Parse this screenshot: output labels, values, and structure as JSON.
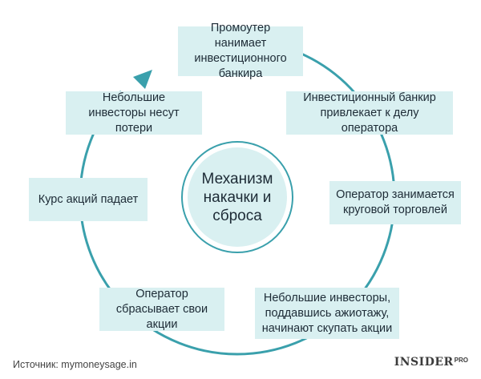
{
  "diagram": {
    "center_label": "Механизм накачки и сброса",
    "steps": [
      "Промоутер нанимает инвестиционного банкира",
      "Инвестиционный банкир привлекает к делу оператора",
      "Оператор занимается круговой торговлей",
      "Небольшие инвесторы, поддавшись ажиотажу, начинают скупать акции",
      "Оператор сбрасывает свои акции",
      "Курс акций падает",
      "Небольшие инвесторы несут потери"
    ]
  },
  "footer": {
    "source": "Источник: mymoneysage.in",
    "brand_main": "INSIDER",
    "brand_sub": "PRO"
  },
  "colors": {
    "ring": "#3aa0ac",
    "box_fill": "#d9f0f1",
    "text": "#1d2b36"
  }
}
